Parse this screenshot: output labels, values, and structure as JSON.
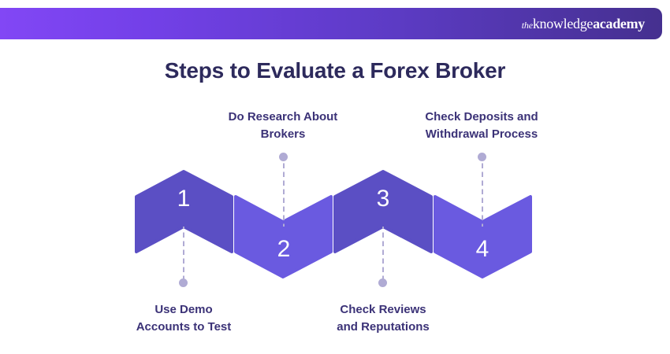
{
  "header": {
    "logo": {
      "prefix": "the",
      "word1": "knowledge",
      "word2": "academy"
    },
    "gradient_from": "#8247f5",
    "gradient_to": "#45308f"
  },
  "title": "Steps to Evaluate a Forex Broker",
  "title_color": "#2d2a5c",
  "colors": {
    "chevron_dark": "#5b4fc4",
    "chevron_light": "#6a5ae0",
    "connector": "#b0abd4",
    "caption_text": "#3b3277",
    "step_number_text": "#ffffff"
  },
  "chart_data": {
    "type": "diagram",
    "subtype": "zigzag-chevron-process",
    "title": "Steps to Evaluate a Forex Broker",
    "steps": [
      {
        "number": "1",
        "label": "Use Demo\nAccounts to Test",
        "label_line1": "Use Demo",
        "label_line2": "Accounts to Test",
        "label_position": "below",
        "chevron_direction": "up",
        "fill": "#5b4fc4"
      },
      {
        "number": "2",
        "label": "Do Research About\nBrokers",
        "label_line1": "Do Research About",
        "label_line2": "Brokers",
        "label_position": "above",
        "chevron_direction": "down",
        "fill": "#6a5ae0"
      },
      {
        "number": "3",
        "label": "Check Reviews\nand Reputations",
        "label_line1": "Check Reviews",
        "label_line2": "and Reputations",
        "label_position": "below",
        "chevron_direction": "up",
        "fill": "#5b4fc4"
      },
      {
        "number": "4",
        "label": "Check Deposits and\nWithdrawal Process",
        "label_line1": "Check Deposits and",
        "label_line2": "Withdrawal Process",
        "label_position": "above",
        "chevron_direction": "down",
        "fill": "#6a5ae0"
      }
    ]
  }
}
